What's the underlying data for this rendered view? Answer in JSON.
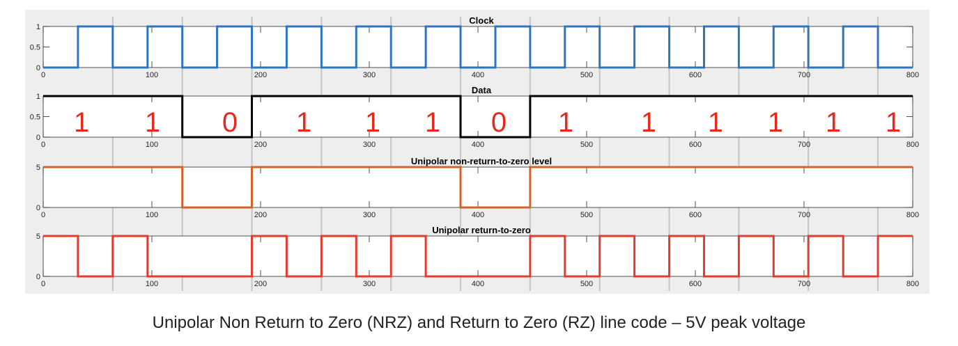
{
  "caption": "Unipolar Non Return to Zero (NRZ) and Return to Zero (RZ) line code – 5V peak voltage",
  "colors": {
    "clock": "#2e75c0",
    "data": "#000000",
    "nrz": "#d2632b",
    "rz": "#e53a2e",
    "bit_label": "#e8281c",
    "panel_bg": "#eeeeee",
    "divider": "#c8c8c8"
  },
  "bit_labels": [
    "1",
    "1",
    "0",
    "1",
    "1",
    "1",
    "0",
    "1",
    "1",
    "1",
    "1",
    "1",
    "1"
  ],
  "chart_data": [
    {
      "type": "line",
      "title": "Clock",
      "xlim": [
        0,
        800
      ],
      "ylim": [
        0,
        1
      ],
      "xticks": [
        "0",
        "100",
        "200",
        "300",
        "400",
        "500",
        "600",
        "700",
        "800"
      ],
      "yticks": [
        "0",
        "0.5",
        "1"
      ],
      "series": [
        {
          "x": [
            0,
            32,
            32,
            64,
            64,
            96,
            96,
            128,
            128,
            160,
            160,
            192,
            192,
            224,
            224,
            256,
            256,
            288,
            288,
            320,
            320,
            352,
            352,
            384,
            384,
            416,
            416,
            448,
            448,
            480,
            480,
            512,
            512,
            544,
            544,
            576,
            576,
            608,
            608,
            640,
            640,
            672,
            672,
            704,
            704,
            736,
            736,
            768,
            768,
            800
          ],
          "y": [
            0,
            0,
            1,
            1,
            0,
            0,
            1,
            1,
            0,
            0,
            1,
            1,
            0,
            0,
            1,
            1,
            0,
            0,
            1,
            1,
            0,
            0,
            1,
            1,
            0,
            0,
            1,
            1,
            0,
            0,
            1,
            1,
            0,
            0,
            1,
            1,
            0,
            0,
            1,
            1,
            0,
            0,
            1,
            1,
            0,
            0,
            1,
            1,
            0,
            0
          ]
        }
      ]
    },
    {
      "type": "line",
      "title": "Data",
      "xlim": [
        0,
        800
      ],
      "ylim": [
        0,
        1
      ],
      "xticks": [
        "0",
        "100",
        "200",
        "300",
        "400",
        "500",
        "600",
        "700",
        "800"
      ],
      "yticks": [
        "0",
        "0.5",
        "1"
      ],
      "series": [
        {
          "x": [
            0,
            128,
            128,
            192,
            192,
            384,
            384,
            448,
            448,
            800
          ],
          "y": [
            1,
            1,
            0,
            0,
            1,
            1,
            0,
            0,
            1,
            1
          ]
        }
      ]
    },
    {
      "type": "line",
      "title": "Unipolar non-return-to-zero level",
      "xlim": [
        0,
        800
      ],
      "ylim": [
        0,
        5
      ],
      "xticks": [
        "0",
        "100",
        "200",
        "300",
        "400",
        "500",
        "600",
        "700",
        "800"
      ],
      "yticks": [
        "0",
        "5"
      ],
      "series": [
        {
          "x": [
            0,
            128,
            128,
            192,
            192,
            384,
            384,
            448,
            448,
            800
          ],
          "y": [
            5,
            5,
            0,
            0,
            5,
            5,
            0,
            0,
            5,
            5
          ]
        }
      ]
    },
    {
      "type": "line",
      "title": "Unipolar return-to-zero",
      "xlim": [
        0,
        800
      ],
      "ylim": [
        0,
        5
      ],
      "xticks": [
        "0",
        "100",
        "200",
        "300",
        "400",
        "500",
        "600",
        "700",
        "800"
      ],
      "yticks": [
        "0",
        "5"
      ],
      "series": [
        {
          "x": [
            0,
            32,
            32,
            64,
            64,
            96,
            96,
            192,
            192,
            224,
            224,
            256,
            256,
            288,
            288,
            320,
            320,
            352,
            352,
            448,
            448,
            480,
            480,
            512,
            512,
            544,
            544,
            576,
            576,
            608,
            608,
            640,
            640,
            672,
            672,
            704,
            704,
            736,
            736,
            768,
            768,
            800
          ],
          "y": [
            5,
            5,
            0,
            0,
            5,
            5,
            0,
            0,
            5,
            5,
            0,
            0,
            5,
            5,
            0,
            0,
            5,
            5,
            0,
            0,
            5,
            5,
            0,
            0,
            5,
            5,
            0,
            0,
            5,
            5,
            0,
            0,
            5,
            5,
            0,
            0,
            5,
            5,
            0,
            0,
            5,
            5
          ]
        }
      ]
    }
  ]
}
